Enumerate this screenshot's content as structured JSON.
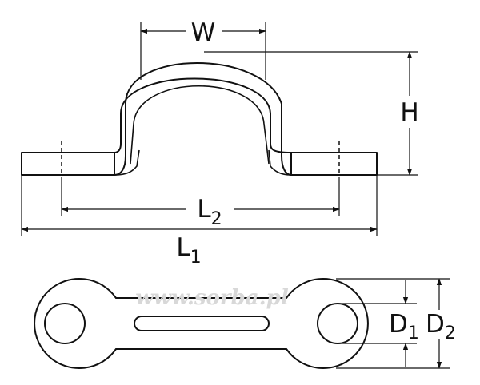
{
  "labels": {
    "width": "W",
    "height": "H",
    "length2_main": "L",
    "length2_sub": "2",
    "length1_main": "L",
    "length1_sub": "1",
    "diam1_main": "D",
    "diam1_sub": "1",
    "diam2_main": "D",
    "diam2_sub": "2"
  },
  "watermark": "www.sorba.pl",
  "colors": {
    "line": "#111111",
    "watermark": "#d8d8d8",
    "background": "#ffffff"
  }
}
